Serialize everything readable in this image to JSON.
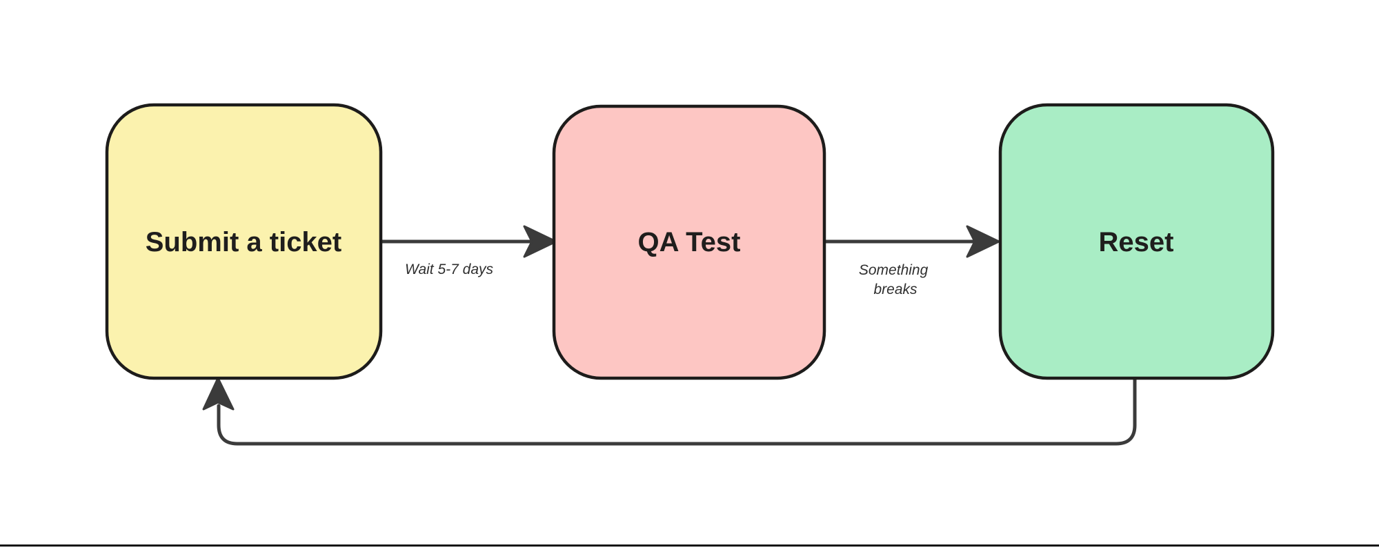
{
  "canvas": {
    "background": "#ffffff"
  },
  "diagram": {
    "nodes": [
      {
        "id": "submit-ticket",
        "label": "Submit a ticket",
        "fill": "#FBF2AE"
      },
      {
        "id": "qa-test",
        "label": "QA Test",
        "fill": "#FDC6C3"
      },
      {
        "id": "reset",
        "label": "Reset",
        "fill": "#A9EDC5"
      }
    ],
    "edges": [
      {
        "from": "submit-ticket",
        "to": "qa-test",
        "label": "Wait 5-7 days"
      },
      {
        "from": "qa-test",
        "to": "reset",
        "label": "Something breaks",
        "label_lines": [
          "Something",
          "breaks"
        ]
      },
      {
        "from": "reset",
        "to": "submit-ticket",
        "label": ""
      }
    ],
    "style": {
      "node_border": "#1d1c1b",
      "node_text": "#1f1e1d",
      "edge_stroke": "#3b3b3b",
      "edge_label_text": "#2f2f2f",
      "bottom_line": "#131313"
    }
  }
}
